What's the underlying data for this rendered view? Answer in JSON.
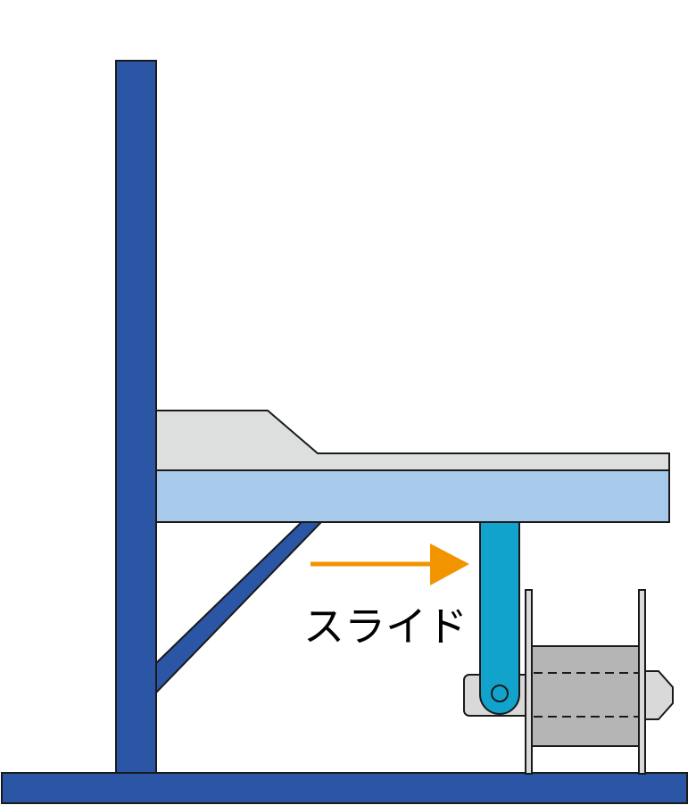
{
  "diagram": {
    "slide_label": "スライド",
    "colors": {
      "frame_blue": "#2b56a6",
      "table_light_blue": "#a7caeb",
      "table_top_gray": "#dcdfdd",
      "slider_cyan": "#11a3cc",
      "arrow_orange": "#f29400",
      "reel_gray": "#b5b5b5",
      "reel_cap_gray": "#d9d9d9",
      "outline": "#1a1a1a"
    },
    "elements": {
      "vertical_post": "vertical-post",
      "base_beam": "base-beam",
      "diagonal_brace": "diagonal-brace",
      "table_top": "table-top",
      "table_body": "table-body",
      "slider_arm": "slider-arm",
      "reel": "wire-reel",
      "arrow": "slide-direction-arrow"
    }
  }
}
